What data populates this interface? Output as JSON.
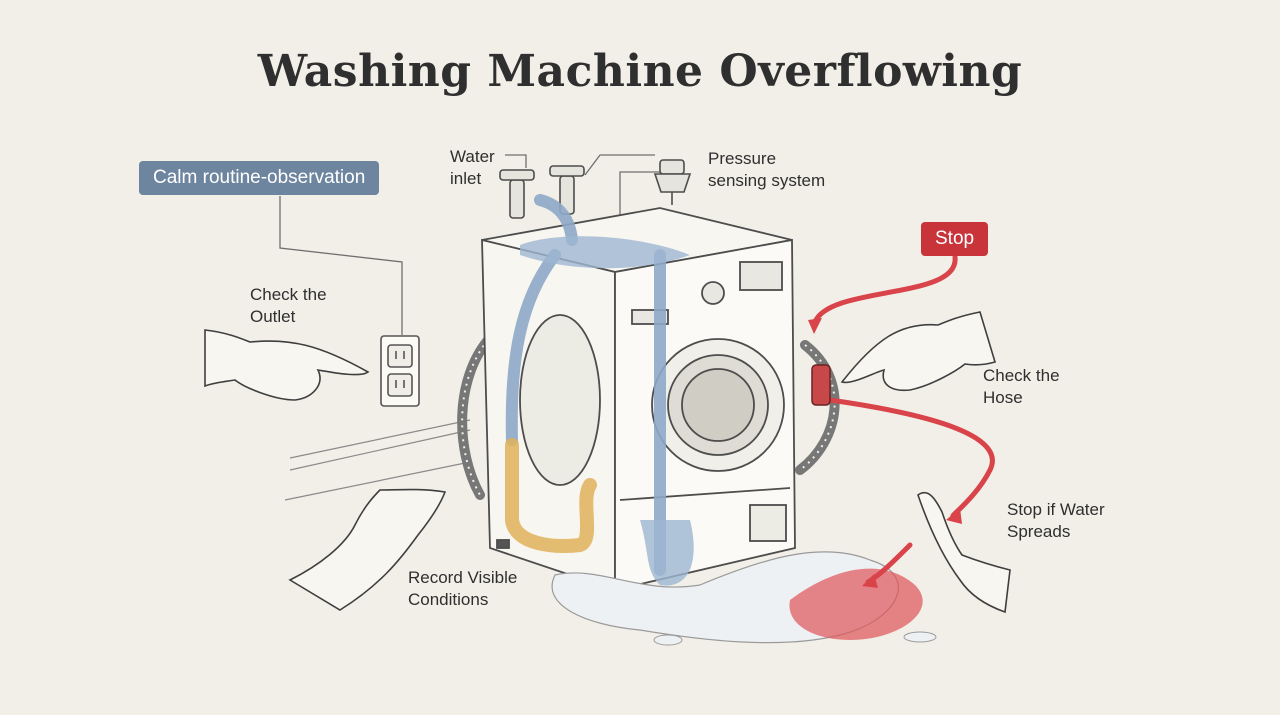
{
  "title": "Washing Machine Overflowing",
  "badges": {
    "calm": "Calm routine-observation",
    "stop": "Stop"
  },
  "labels": {
    "water_inlet_1": "Water",
    "water_inlet_2": "inlet",
    "pressure_1": "Pressure",
    "pressure_2": "sensing system",
    "outlet_1": "Check the",
    "outlet_2": "Outlet",
    "hose_1": "Check the",
    "hose_2": "Hose",
    "spreads_1": "Stop if Water",
    "spreads_2": "Spreads",
    "record_1": "Record Visible",
    "record_2": "Conditions"
  },
  "colors": {
    "background": "#f1efe7",
    "calm_badge": "#6e85a0",
    "stop_badge": "#c8343a",
    "water_flow": "#8ea9c8",
    "drain_flow": "#e0b25a",
    "danger_flow": "#d9434a"
  }
}
